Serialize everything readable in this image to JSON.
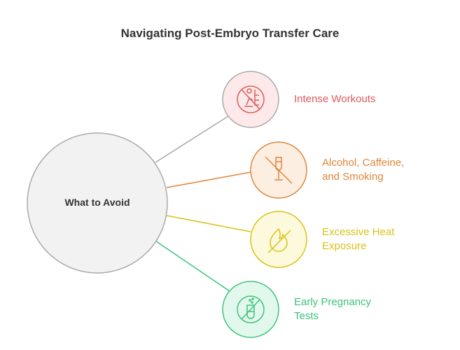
{
  "title": "Navigating Post-Embryo Transfer Care",
  "center": {
    "label": "What to Avoid"
  },
  "items": [
    {
      "label_line1": "Intense Workouts",
      "label_line2": "",
      "color": "#e05a5a",
      "icon": "no-exercise-icon"
    },
    {
      "label_line1": "Alcohol, Caffeine,",
      "label_line2": "and Smoking",
      "color": "#e0853a",
      "icon": "no-alcohol-icon"
    },
    {
      "label_line1": "Excessive Heat",
      "label_line2": "Exposure",
      "color": "#d9c21a",
      "icon": "no-heat-icon"
    },
    {
      "label_line1": "Early Pregnancy",
      "label_line2": "Tests",
      "color": "#3cc47c",
      "icon": "no-test-tube-icon"
    }
  ]
}
